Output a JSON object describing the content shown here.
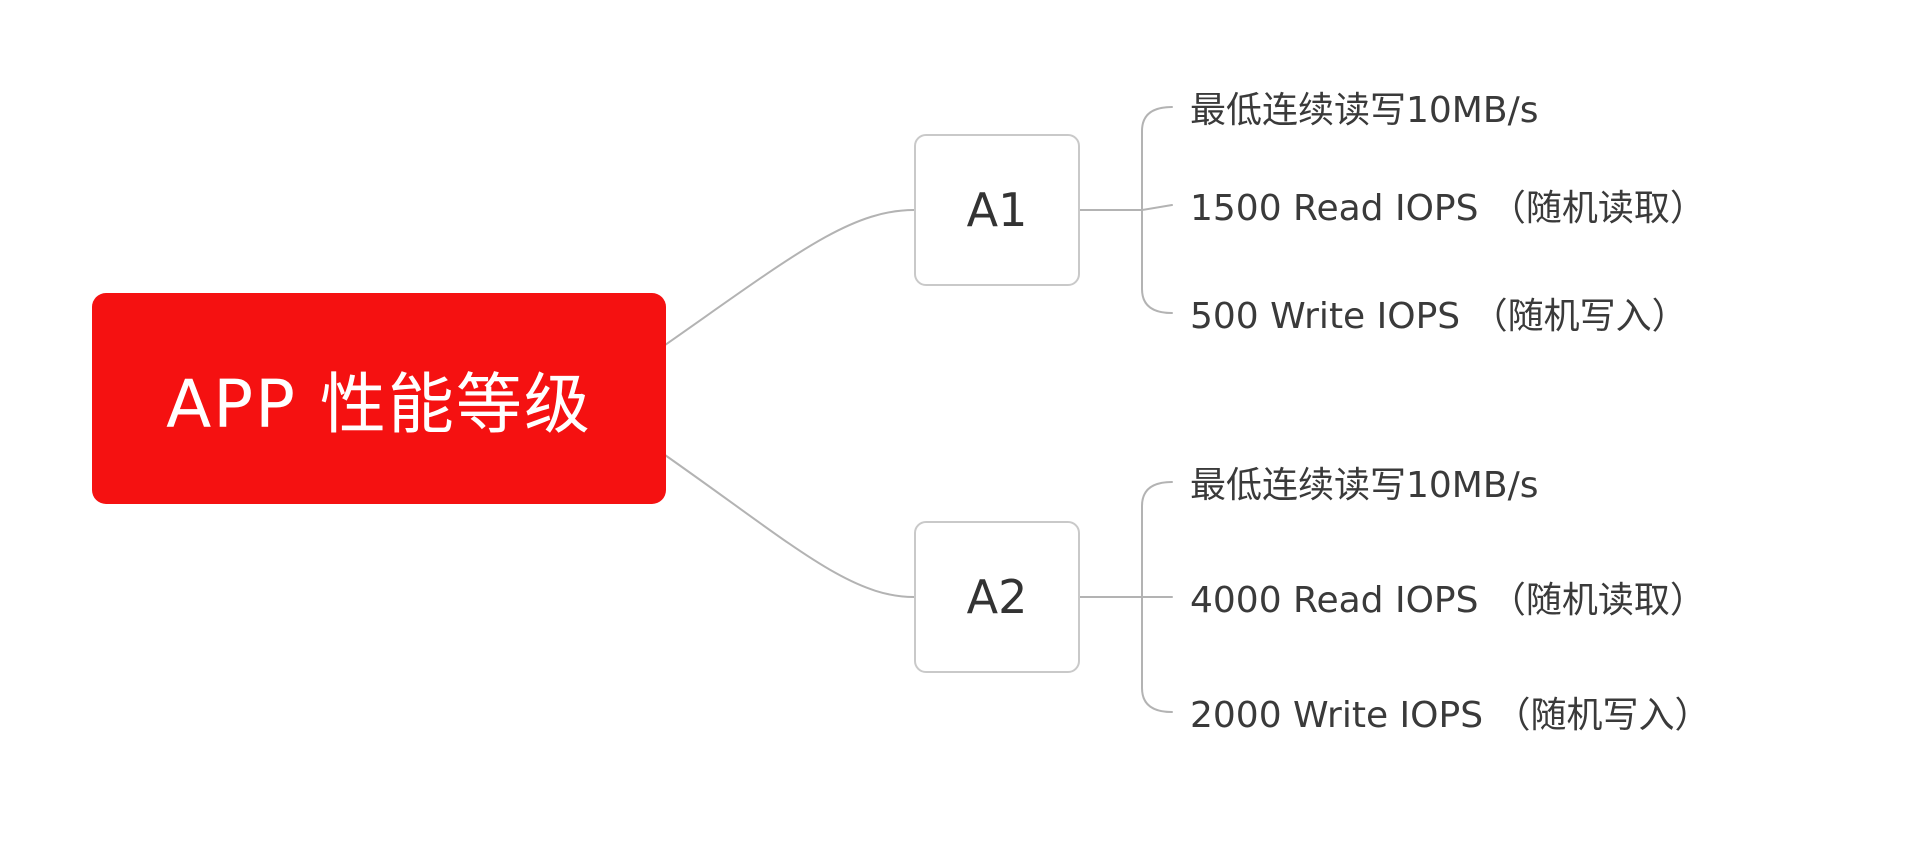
{
  "root": {
    "label": "APP 性能等级",
    "fill_color": "#f51111",
    "text_color": "#ffffff"
  },
  "branches": [
    {
      "label": "A1",
      "children": [
        {
          "label": "最低连续读写10MB/s"
        },
        {
          "label": "1500 Read IOPS （随机读取）"
        },
        {
          "label": "500 Write IOPS （随机写入）"
        }
      ]
    },
    {
      "label": "A2",
      "children": [
        {
          "label": "最低连续读写10MB/s"
        },
        {
          "label": "4000 Read IOPS （随机读取）"
        },
        {
          "label": "2000 Write IOPS （随机写入）"
        }
      ]
    }
  ]
}
